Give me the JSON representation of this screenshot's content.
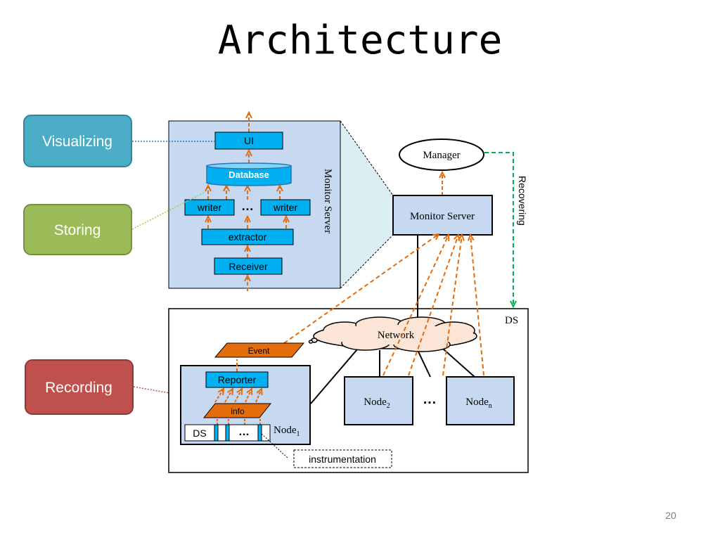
{
  "slide": {
    "title": "Architecture",
    "page_number": "20"
  },
  "legend": {
    "visualizing": "Visualizing",
    "storing": "Storing",
    "recording": "Recording"
  },
  "monitor_server_detail": {
    "label": "Monitor Server",
    "ui": "UI",
    "database": "Database",
    "writer_left": "writer",
    "writer_right": "writer",
    "writer_ellipsis": "…",
    "extractor": "extractor",
    "receiver": "Receiver"
  },
  "system": {
    "manager": "Manager",
    "monitor_server": "Monitor Server",
    "recovering": "Recovering",
    "ds_label": "DS",
    "network": "Network",
    "event": "Event",
    "reporter": "Reporter",
    "info": "info",
    "ds_component": "DS",
    "node_ellipsis": "…",
    "node1_base": "Node",
    "node1_sub": "1",
    "node2_base": "Node",
    "node2_sub": "2",
    "noden_base": "Node",
    "noden_sub": "n",
    "nodes_ellipsis": "…",
    "instrumentation": "instrumentation"
  },
  "colors": {
    "visualizing": "#4BACC6",
    "storing": "#9BBB59",
    "recording": "#C0504D",
    "component_blue": "#00B0F0",
    "panel_blue": "#C6D9F1",
    "orange_arrow": "#E46C0A",
    "green_arrow": "#00B050",
    "network_fill": "#FBE5D6"
  }
}
